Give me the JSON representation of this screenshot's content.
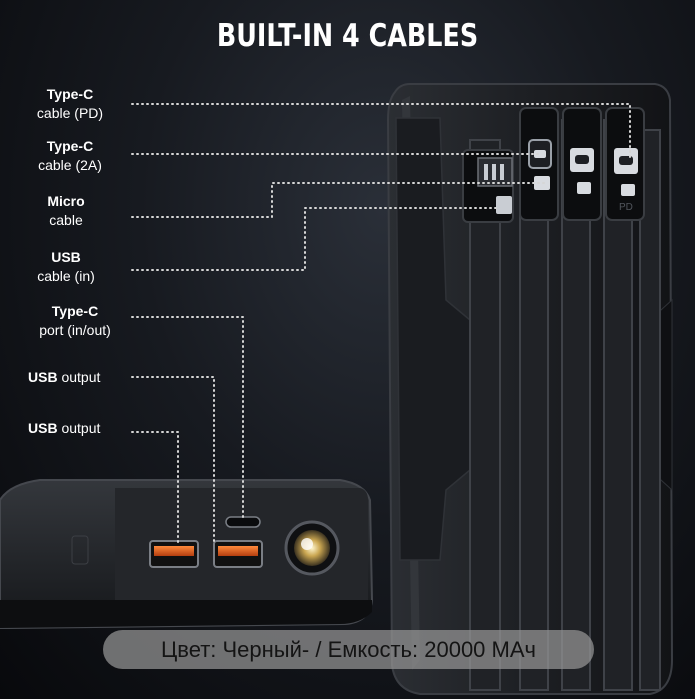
{
  "title": "BUILT-IN 4 CABLES",
  "labels": [
    {
      "line1": "Type-C",
      "line2": "cable (PD)"
    },
    {
      "line1": "Type-C",
      "line2": "cable (2A)"
    },
    {
      "line1": "Micro",
      "line2": "cable"
    },
    {
      "line1": "USB",
      "line2": "cable (in)"
    },
    {
      "line1": "Type-C",
      "line2": "port (in/out)"
    }
  ],
  "usb_outputs": [
    {
      "bold": "USB",
      "rest": " output"
    },
    {
      "bold": "USB",
      "rest": " output"
    }
  ],
  "connector_marks": {
    "pd": "PD"
  },
  "caption": "Цвет: Черный- / Емкость: 20000 МАч",
  "colors": {
    "background": "#0d0f13",
    "device": "#1c1e22",
    "text": "#ffffff",
    "caption_bg": "#969696"
  }
}
